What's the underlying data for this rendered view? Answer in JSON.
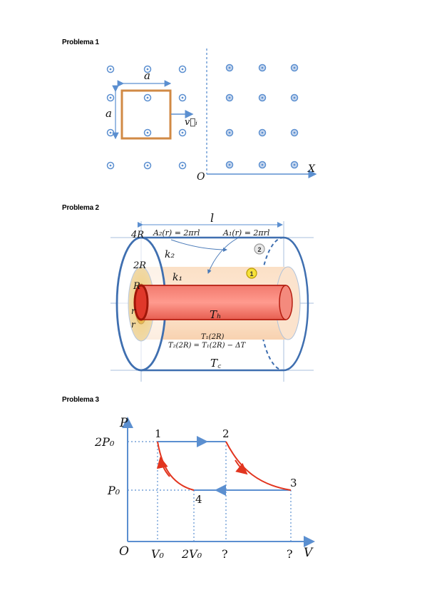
{
  "problems": [
    {
      "heading": "Problema 1"
    },
    {
      "heading": "Problema 2"
    },
    {
      "heading": "Problema 3"
    }
  ],
  "p1": {
    "side_top": "a",
    "side_left": "a",
    "velocity": "v⃗ᵢ",
    "origin": "O",
    "axis_x": "X"
  },
  "p2": {
    "length": "l",
    "area2": "A₂(r) = 2πrl",
    "area1": "A₁(r) = 2πrl",
    "r4": "4R",
    "r2": "2R",
    "r1": "R",
    "r_a": "r",
    "r_b": "r",
    "k2": "k₂",
    "k1": "k₁",
    "badge2": "2",
    "badge1": "1",
    "th": "Tₕ",
    "t1": "T₁(2R)",
    "t2": "T₂(2R) = T₁(2R) − ΔT",
    "tc": "T꜀"
  },
  "p3": {
    "axis_p": "P",
    "axis_v": "V",
    "origin": "O",
    "p_high": "2P₀",
    "p_low": "P₀",
    "v0": "V₀",
    "v2": "2V₀",
    "q1": "?",
    "q2": "?",
    "pt1": "1",
    "pt2": "2",
    "pt3": "3",
    "pt4": "4"
  },
  "colors": {
    "axis": "#5b8fd0",
    "loop": "#d18a45",
    "red": "#e2351f",
    "cyl": "#3f6fb0"
  }
}
